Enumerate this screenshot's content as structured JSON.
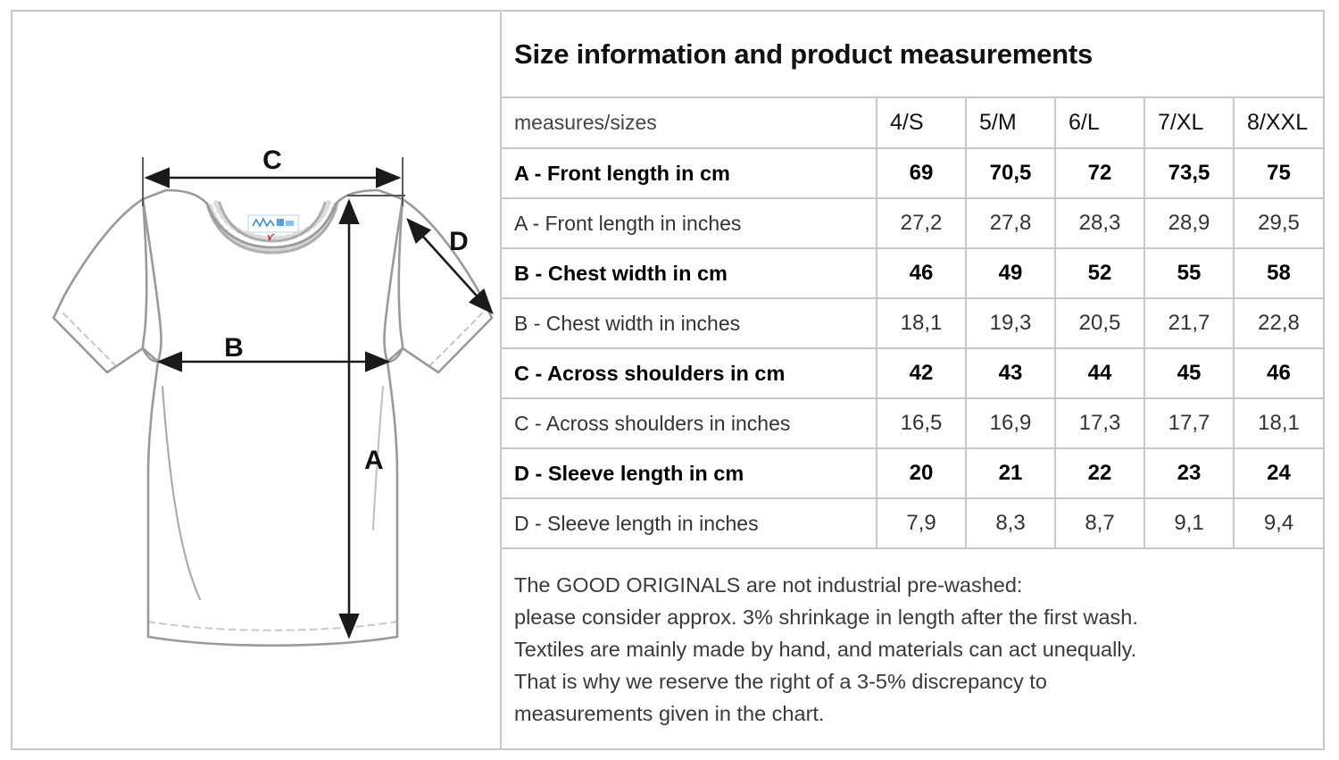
{
  "chart_title": "Size information and product measurements",
  "table": {
    "header": {
      "label": "measures/sizes",
      "sizes": [
        "4/S",
        "5/M",
        "6/L",
        "7/XL",
        "8/XXL"
      ]
    },
    "rows": [
      {
        "label": "A - Front length in cm",
        "emphasis": "bold",
        "values": [
          "69",
          "70,5",
          "72",
          "73,5",
          "75"
        ]
      },
      {
        "label": "A - Front length in inches",
        "emphasis": "normal",
        "values": [
          "27,2",
          "27,8",
          "28,3",
          "28,9",
          "29,5"
        ]
      },
      {
        "label": "B - Chest width in cm",
        "emphasis": "bold",
        "values": [
          "46",
          "49",
          "52",
          "55",
          "58"
        ]
      },
      {
        "label": "B - Chest width in inches",
        "emphasis": "normal",
        "values": [
          "18,1",
          "19,3",
          "20,5",
          "21,7",
          "22,8"
        ]
      },
      {
        "label": "C - Across shoulders in cm",
        "emphasis": "bold",
        "values": [
          "42",
          "43",
          "44",
          "45",
          "46"
        ]
      },
      {
        "label": "C - Across shoulders in inches",
        "emphasis": "normal",
        "values": [
          "16,5",
          "16,9",
          "17,3",
          "17,7",
          "18,1"
        ]
      },
      {
        "label": "D - Sleeve length in cm",
        "emphasis": "bold",
        "values": [
          "20",
          "21",
          "22",
          "23",
          "24"
        ]
      },
      {
        "label": "D - Sleeve length in inches",
        "emphasis": "normal",
        "values": [
          "7,9",
          "8,3",
          "8,7",
          "9,1",
          "9,4"
        ]
      }
    ]
  },
  "note": {
    "line1": "The GOOD ORIGINALS are not industrial pre-washed:",
    "line2": "please consider approx. 3% shrinkage in length after the first wash.",
    "line3": "Textiles are mainly made by hand, and materials can act unequally.",
    "line4": "That is why we reserve the right of a 3-5% discrepancy to",
    "line5": "measurements given in the chart."
  },
  "diagram": {
    "measure_a_label": "A",
    "measure_b_label": "B",
    "measure_c_label": "C",
    "measure_d_label": "D"
  },
  "colors": {
    "border": "#c8c8c8",
    "garment_outline": "#9a9a9a",
    "arrow": "#1a1a1a",
    "text_normal": "#333333",
    "text_bold": "#000000",
    "label_tag_blue": "#3b8fd0",
    "label_tag_red": "#d0342c"
  }
}
